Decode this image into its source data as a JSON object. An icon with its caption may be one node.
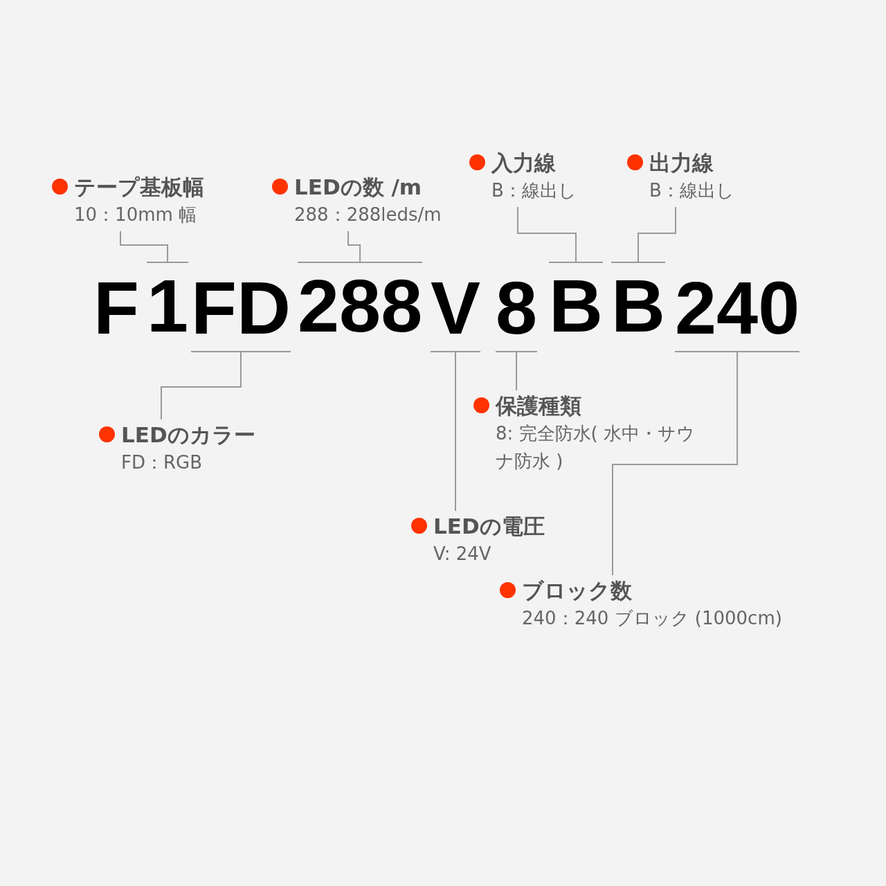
{
  "diagram": {
    "nodes": [
      {
        "text": [
          "F"
        ]
      },
      {
        "text": [
          "1"
        ]
      },
      {
        "text": [
          "FD"
        ]
      },
      {
        "text": [
          "288"
        ]
      },
      {
        "text": [
          "V"
        ]
      },
      {
        "text": [
          "8"
        ]
      },
      {
        "text": [
          "B"
        ]
      },
      {
        "text": [
          "B"
        ]
      },
      {
        "text": [
          "240"
        ]
      },
      {
        "text": [
          "テープ基板幅",
          "10：10mm 幅"
        ]
      },
      {
        "text": [
          "LEDの数 /m",
          "288：288leds/m"
        ]
      },
      {
        "text": [
          "入力線",
          "B：線出し"
        ]
      },
      {
        "text": [
          "出力線",
          "B：線出し"
        ]
      },
      {
        "text": [
          "LEDのカラー",
          "FD：RGB"
        ]
      },
      {
        "text": [
          "保護種類",
          "8: 完全防水( 水中・サウナ防水 )"
        ]
      },
      {
        "text": [
          "LEDの電圧",
          "V: 24V"
        ]
      },
      {
        "text": [
          "ブロック数",
          "240：240 ブロック (1000cm)"
        ]
      }
    ],
    "edges": [
      {
        "from": 9,
        "to": 1,
        "arrow": "none"
      },
      {
        "from": 10,
        "to": 3,
        "arrow": "none"
      },
      {
        "from": 11,
        "to": 6,
        "arrow": "none"
      },
      {
        "from": 12,
        "to": 7,
        "arrow": "none"
      },
      {
        "from": 13,
        "to": 2,
        "arrow": "none"
      },
      {
        "from": 14,
        "to": 5,
        "arrow": "none"
      },
      {
        "from": 15,
        "to": 4,
        "arrow": "none"
      },
      {
        "from": 16,
        "to": 8,
        "arrow": "none"
      }
    ]
  }
}
